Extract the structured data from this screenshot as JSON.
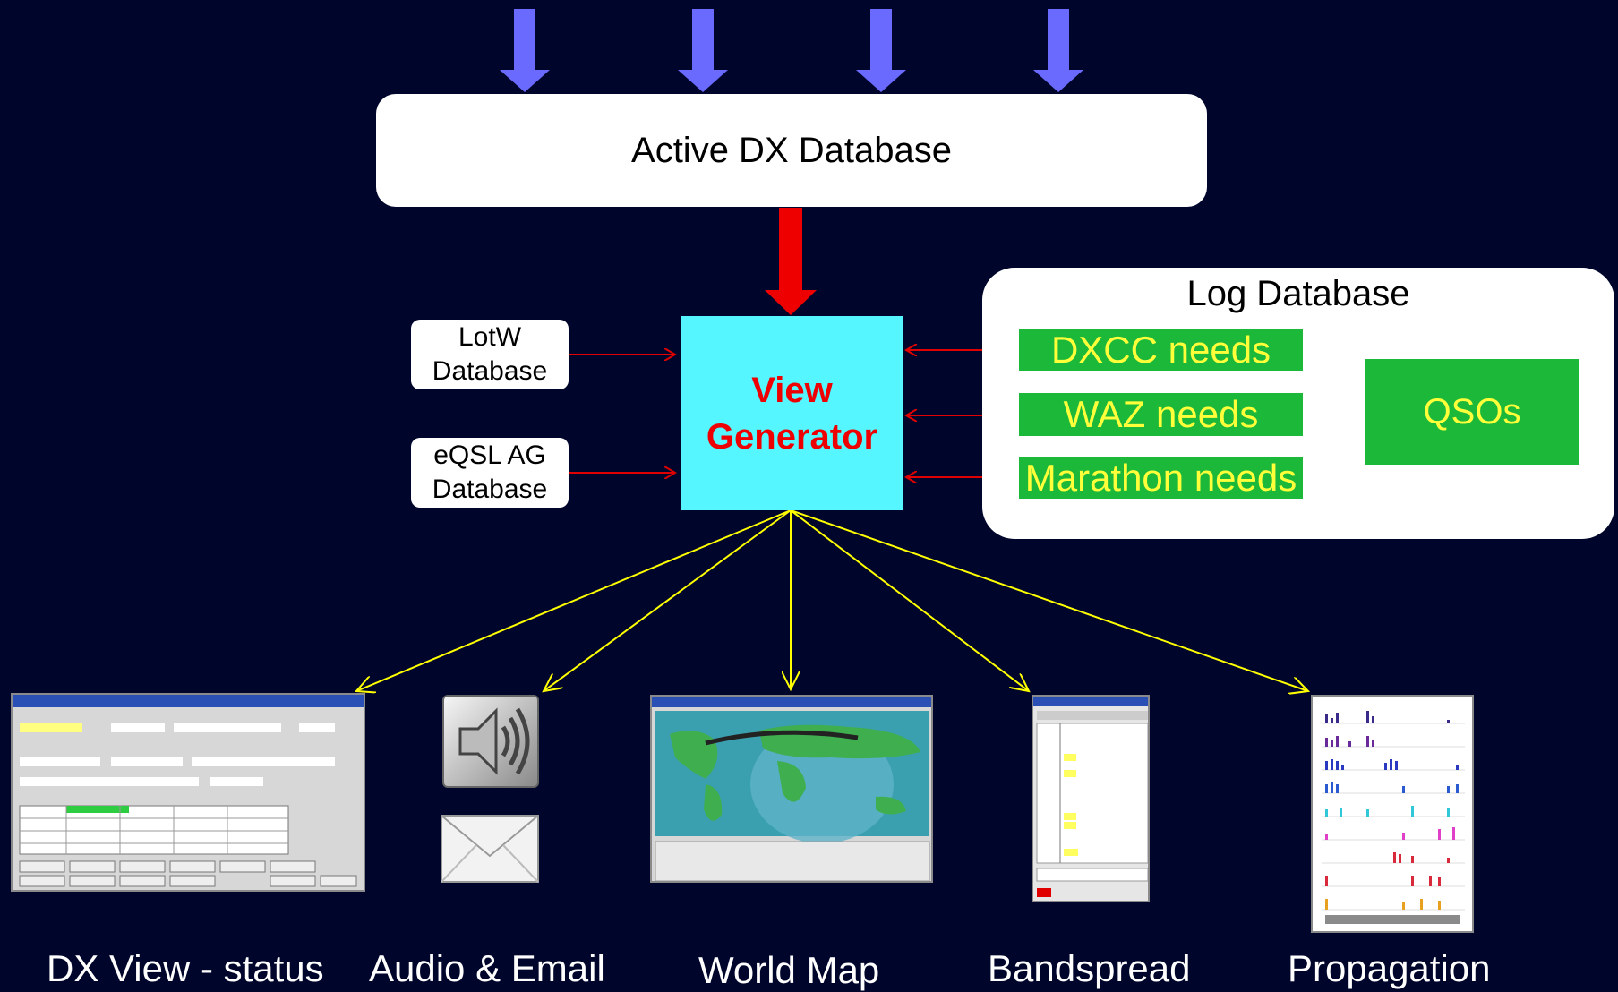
{
  "active_db": {
    "label": "Active DX Database"
  },
  "view_generator": {
    "line1": "View",
    "line2": "Generator"
  },
  "lotw": {
    "line1": "LotW",
    "line2": "Database"
  },
  "eqsl": {
    "line1": "eQSL AG",
    "line2": "Database"
  },
  "log_db": {
    "title": "Log Database",
    "needs": [
      "DXCC needs",
      "WAZ needs",
      "Marathon needs"
    ],
    "qsos": "QSOs"
  },
  "outputs": [
    "DX View - status",
    "Audio & Email",
    "World Map",
    "Bandspread",
    "Propagation"
  ],
  "icons": [
    "dxview-screenshot",
    "speaker-icon",
    "envelope-icon",
    "world-map-screenshot",
    "bandspread-screenshot",
    "propagation-chart-screenshot"
  ],
  "colors": {
    "background": "#00062b",
    "input_arrows": "#6a6aff",
    "main_arrow": "#ee0000",
    "side_arrows": "#e00000",
    "fanout_arrows": "#ffff00",
    "view_generator_fill": "#55f6ff",
    "view_generator_text": "#ee0000",
    "needs_fill": "#1bb83a",
    "needs_text": "#ffff3a"
  }
}
